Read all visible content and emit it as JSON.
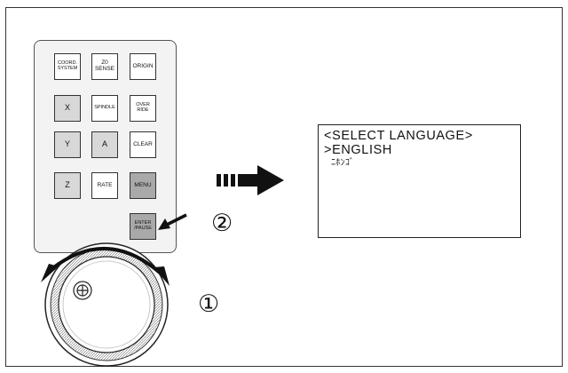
{
  "keypad": {
    "keys": {
      "coord_system": "COORD.\nSYSTEM",
      "z0_sense": "Z0\nSENSE",
      "origin": "ORIGIN",
      "x": "X",
      "spindle": "SPINDLE",
      "override": "OVER RIDE",
      "y": "Y",
      "a": "A",
      "clear": "CLEAR",
      "z": "Z",
      "rate": "RATE",
      "menu": "MENU",
      "enter_pause": "ENTER\n/PAUSE"
    }
  },
  "display": {
    "line1": "<SELECT LANGUAGE>",
    "line2": ">ENGLISH",
    "line3": "ﾆﾎﾝｺﾞ"
  },
  "steps": {
    "step1": "①",
    "step2": "②"
  },
  "colors": {
    "key_light": "#d8d8d8",
    "key_dark": "#a9a9a9",
    "outline": "#111111"
  }
}
